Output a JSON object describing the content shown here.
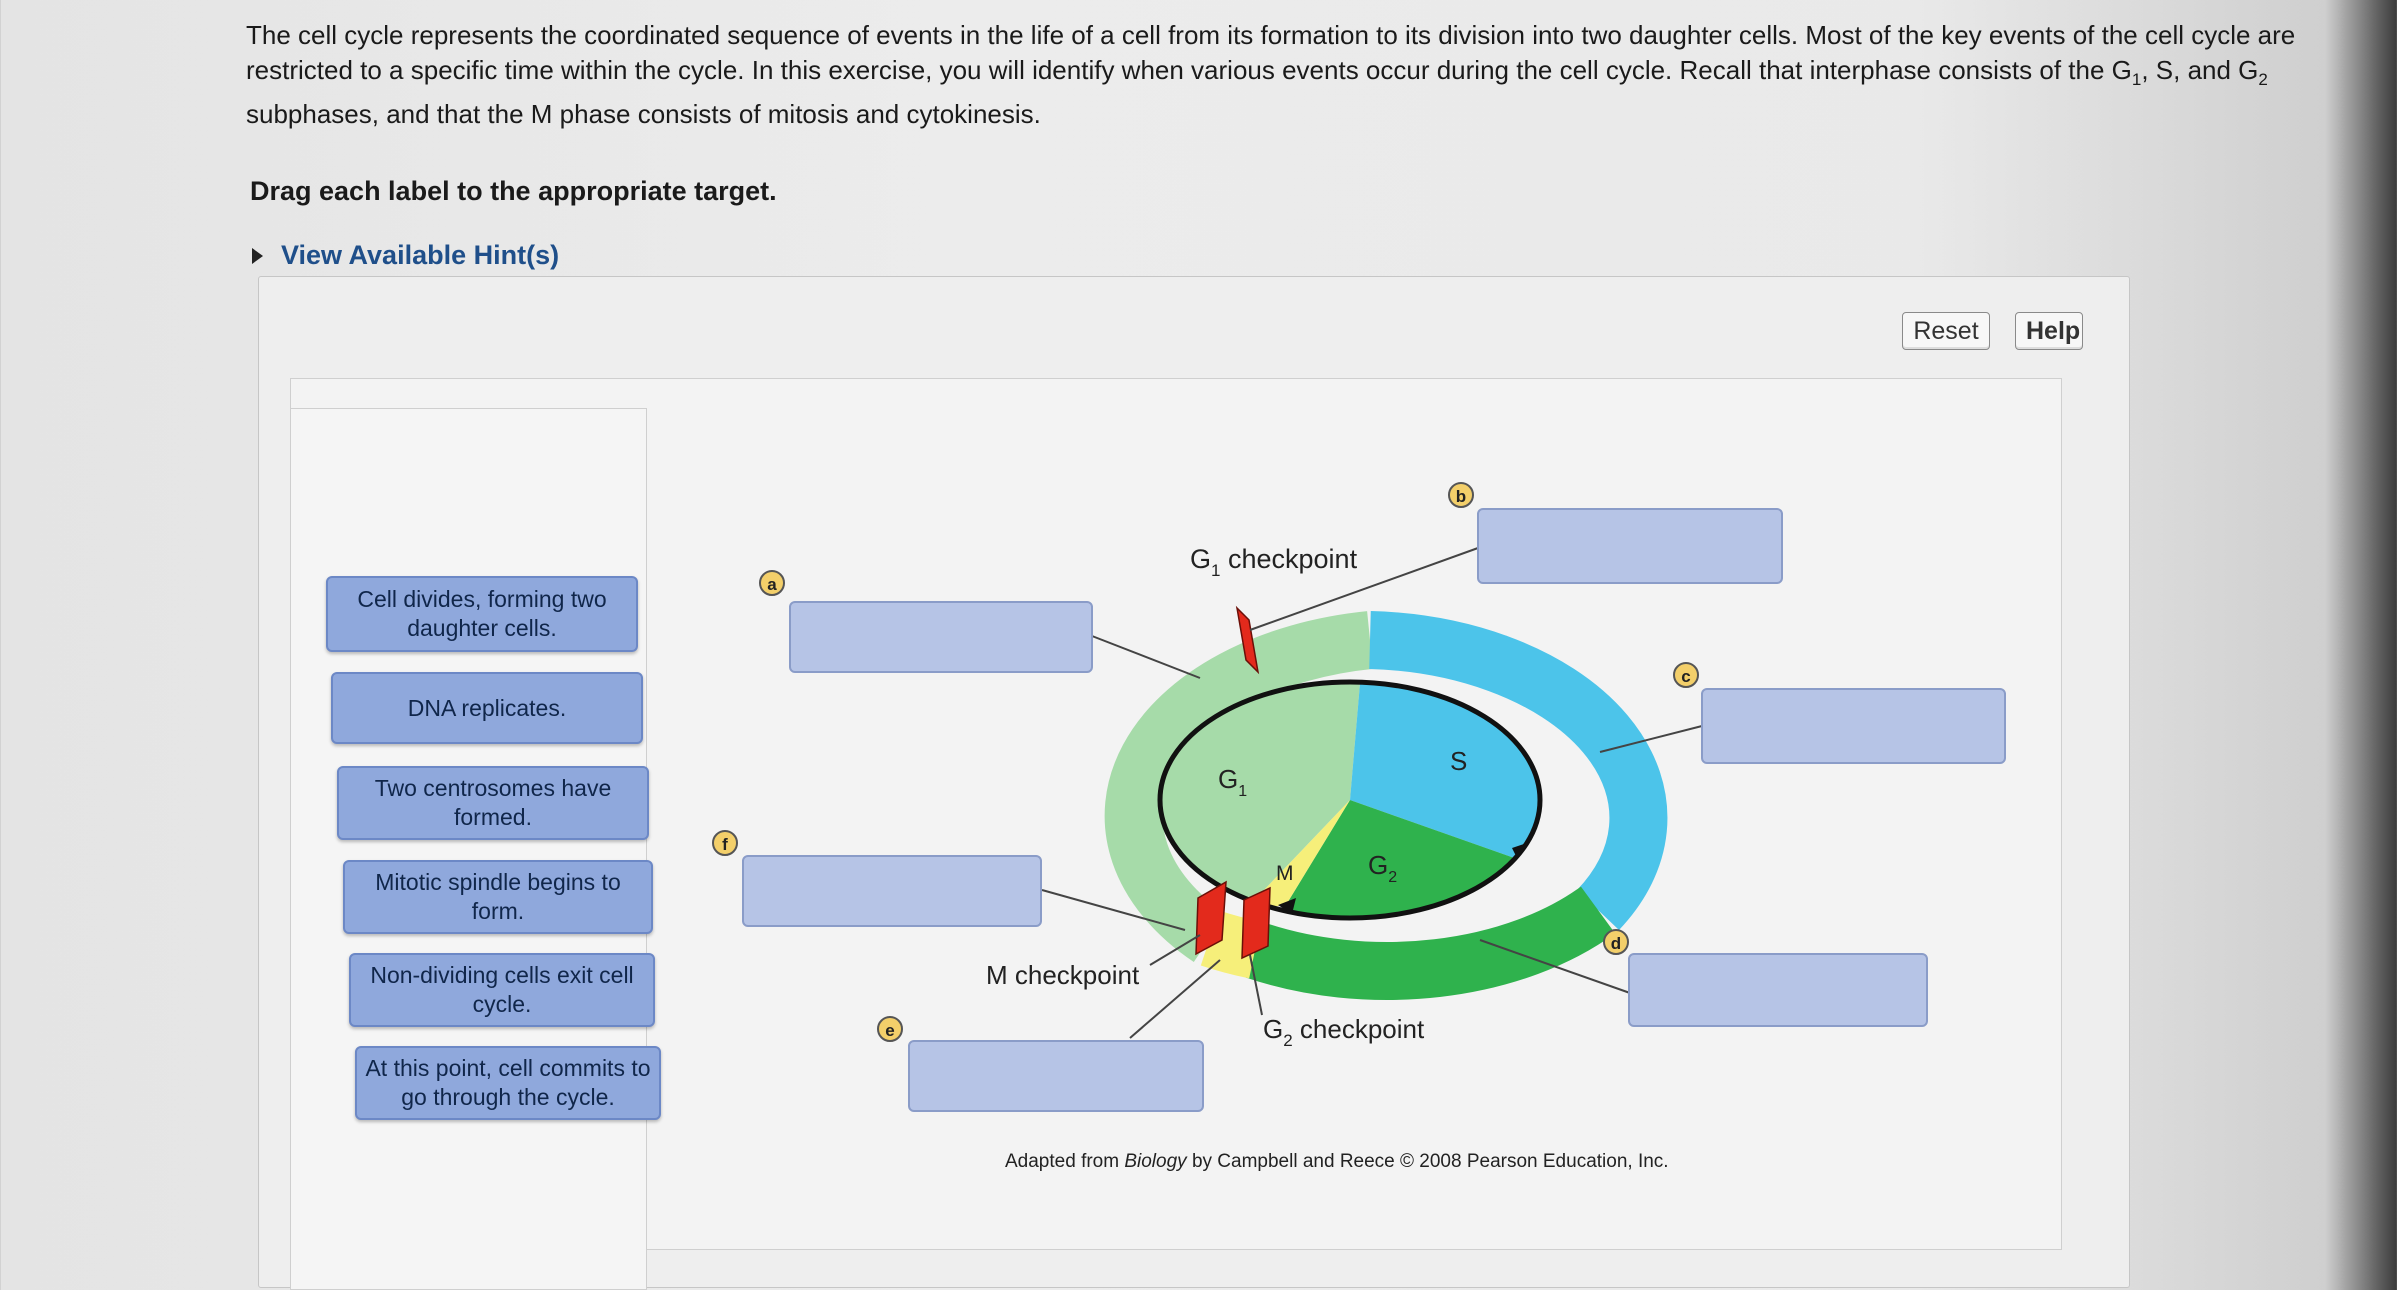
{
  "intro": {
    "text_before_g1": "The cell cycle represents the coordinated sequence of events in the life of a cell from its formation to its division into two daughter cells. Most of the key events of the cell cycle are restricted to a specific time within the cycle. In this exercise, you will identify when various events occur during the cell cycle. Recall that interphase consists of the G",
    "g1_sub": "1",
    "text_between": ", S, and G",
    "g2_sub": "2",
    "text_after": " subphases, and that the M phase consists of mitosis and cytokinesis."
  },
  "instruction": "Drag each label to the appropriate target.",
  "hint_toggle": "View Available Hint(s)",
  "toolbar": {
    "reset": "Reset",
    "help": "Help"
  },
  "labels": [
    "Cell divides, forming two daughter cells.",
    "DNA replicates.",
    "Two centrosomes have formed.",
    "Mitotic spindle begins to form.",
    "Non-dividing cells exit cell cycle.",
    "At this point, cell commits to go through the cycle."
  ],
  "targets": {
    "a": "a",
    "b": "b",
    "c": "c",
    "d": "d",
    "e": "e",
    "f": "f"
  },
  "diagram": {
    "g1_checkpoint": "G",
    "g1_checkpoint_sub": "1",
    "g1_checkpoint_rest": " checkpoint",
    "m_checkpoint": "M checkpoint",
    "g2_checkpoint": "G",
    "g2_checkpoint_sub": "2",
    "g2_checkpoint_rest": " checkpoint",
    "phase_g1": "G",
    "phase_g1_sub": "1",
    "phase_s": "S",
    "phase_g2": "G",
    "phase_g2_sub": "2",
    "phase_m": "M"
  },
  "credit": {
    "before": "Adapted from ",
    "book": "Biology",
    "after": " by Campbell and Reece © 2008 Pearson Education, Inc."
  },
  "colors": {
    "g1_fill": "#a6dba9",
    "s_fill": "#4cc4ea",
    "g2_fill": "#2fb24d",
    "m_fill": "#f6ef7a",
    "checkpoint": "#e32a1c",
    "target": "#b6c4e6",
    "label": "#8fa8dc"
  }
}
